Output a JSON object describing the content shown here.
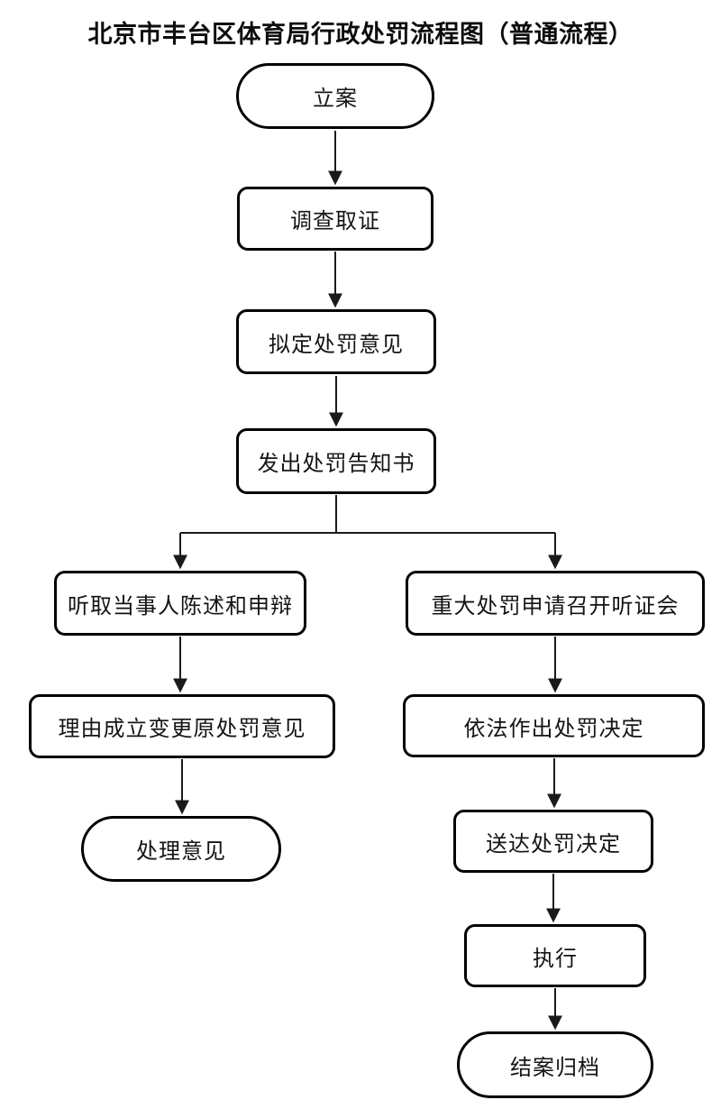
{
  "title": "北京市丰台区体育局行政处罚流程图（普通流程）",
  "colors": {
    "background": "#ffffff",
    "node_fill": "#ffffff",
    "node_border": "#000000",
    "text": "#141414",
    "connector": "#1a1a1a"
  },
  "flowchart": {
    "nodes": [
      {
        "id": "case-filing",
        "label": "立案",
        "shape": "stadium"
      },
      {
        "id": "investigation",
        "label": "调查取证",
        "shape": "rounded-rect"
      },
      {
        "id": "draft-opinion",
        "label": "拟定处罚意见",
        "shape": "rounded-rect"
      },
      {
        "id": "issue-notice",
        "label": "发出处罚告知书",
        "shape": "rounded-rect"
      },
      {
        "id": "hear-statement",
        "label": "听取当事人陈述和申辩",
        "shape": "rounded-rect"
      },
      {
        "id": "change-opinion",
        "label": "理由成立变更原处罚意见",
        "shape": "rounded-rect"
      },
      {
        "id": "handling-opinion",
        "label": "处理意见",
        "shape": "stadium"
      },
      {
        "id": "hearing",
        "label": "重大处罚申请召开听证会",
        "shape": "rounded-rect"
      },
      {
        "id": "decision",
        "label": "依法作出处罚决定",
        "shape": "rounded-rect"
      },
      {
        "id": "serve-decision",
        "label": "送达处罚决定",
        "shape": "rounded-rect"
      },
      {
        "id": "execute",
        "label": "执行",
        "shape": "rounded-rect"
      },
      {
        "id": "close-archive",
        "label": "结案归档",
        "shape": "stadium"
      }
    ],
    "edges": [
      {
        "from": "case-filing",
        "to": "investigation"
      },
      {
        "from": "investigation",
        "to": "draft-opinion"
      },
      {
        "from": "draft-opinion",
        "to": "issue-notice"
      },
      {
        "from": "issue-notice",
        "to": "hear-statement"
      },
      {
        "from": "issue-notice",
        "to": "hearing"
      },
      {
        "from": "hear-statement",
        "to": "change-opinion"
      },
      {
        "from": "change-opinion",
        "to": "handling-opinion"
      },
      {
        "from": "hearing",
        "to": "decision"
      },
      {
        "from": "decision",
        "to": "serve-decision"
      },
      {
        "from": "serve-decision",
        "to": "execute"
      },
      {
        "from": "execute",
        "to": "close-archive"
      }
    ]
  }
}
